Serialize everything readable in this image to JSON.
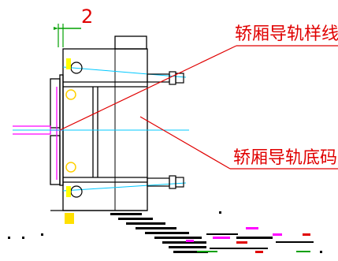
{
  "dimension": {
    "value": "2"
  },
  "labels": {
    "rail_line": "轿厢导轨样线",
    "rail_base": "轿厢导轨底码"
  },
  "colors": {
    "outline": "#000000",
    "leader": "#e00000",
    "dimension_line": "#00a000",
    "center_line": "#00c8ff",
    "rail": "#ff00ff",
    "bolt": "#ffff00"
  }
}
